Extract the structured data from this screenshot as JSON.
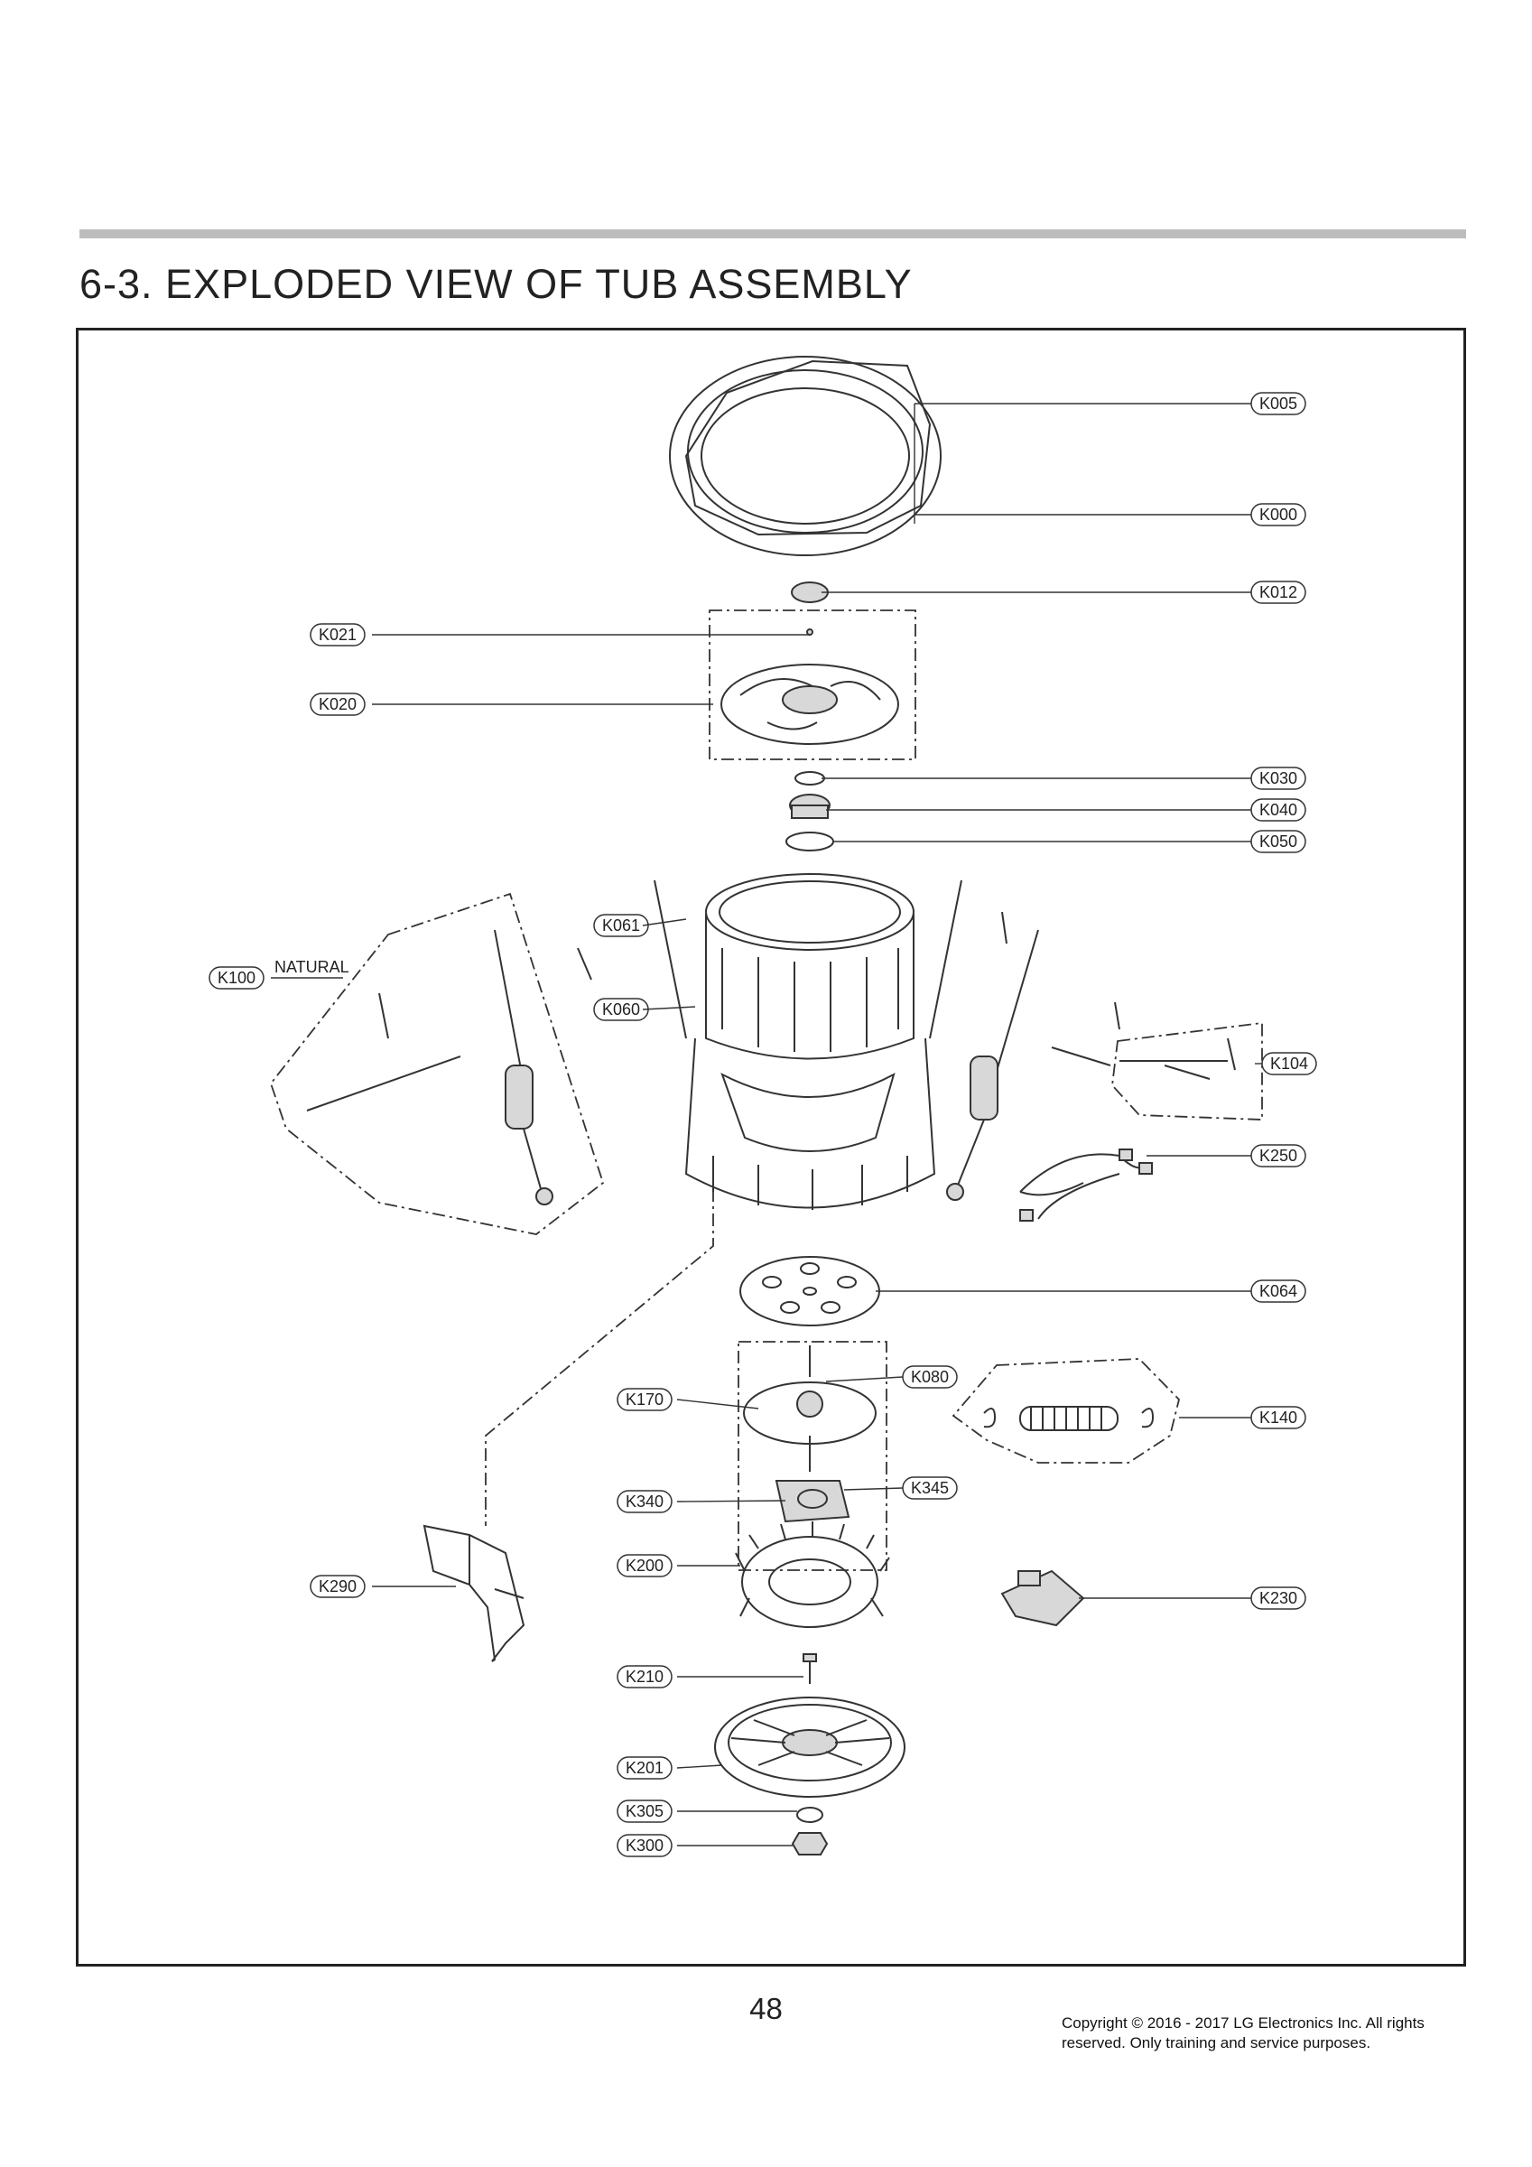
{
  "header": {
    "title": "6-3. EXPLODED VIEW OF TUB ASSEMBLY"
  },
  "diagram": {
    "callouts": {
      "K005": "K005",
      "K000": "K000",
      "K012": "K012",
      "K021": "K021",
      "K020": "K020",
      "K030": "K030",
      "K040": "K040",
      "K050": "K050",
      "K061": "K061",
      "K060": "K060",
      "K100": "K100",
      "K104": "K104",
      "K250": "K250",
      "K064": "K064",
      "K080": "K080",
      "K170": "K170",
      "K140": "K140",
      "K340": "K340",
      "K345": "K345",
      "K200": "K200",
      "K290": "K290",
      "K230": "K230",
      "K210": "K210",
      "K201": "K201",
      "K305": "K305",
      "K300": "K300"
    },
    "natural_label": "NATURAL"
  },
  "footer": {
    "page_number": "48",
    "copyright_line1": "Copyright © 2016 - 2017 LG Electronics Inc. All rights",
    "copyright_line2": "reserved. Only training and service purposes."
  }
}
